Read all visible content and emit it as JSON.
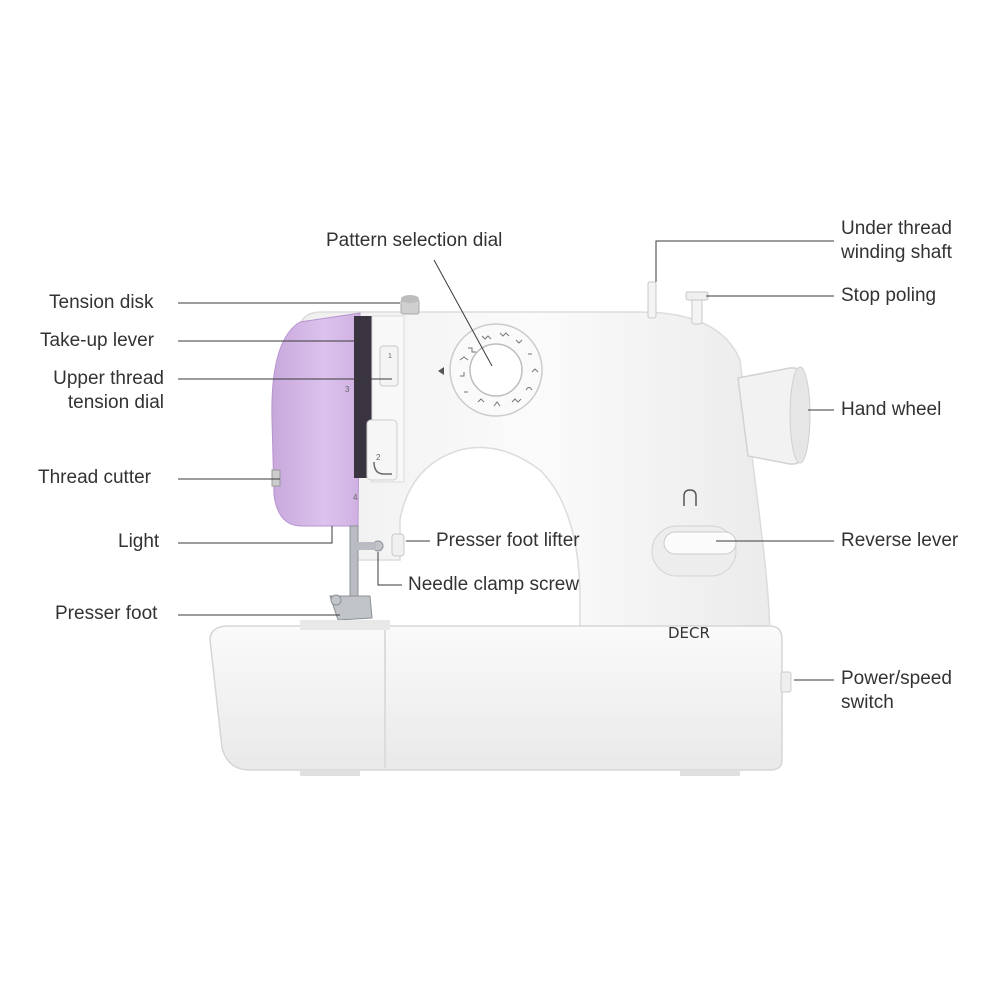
{
  "labels": {
    "pattern_selection_dial": "Pattern selection dial",
    "tension_disk": "Tension disk",
    "take_up_lever": "Take-up lever",
    "upper_thread_tension_dial": [
      "Upper thread",
      "tension dial"
    ],
    "thread_cutter": "Thread cutter",
    "light": "Light",
    "presser_foot": "Presser foot",
    "presser_foot_lifter": "Presser foot lifter",
    "needle_clamp_screw": "Needle clamp screw",
    "under_thread_winding_shaft": [
      "Under thread",
      "winding shaft"
    ],
    "stop_poling": "Stop poling",
    "hand_wheel": "Hand wheel",
    "reverse_lever": "Reverse lever",
    "power_speed_switch": [
      "Power/speed",
      "switch"
    ]
  },
  "machine": {
    "brand": "DECR",
    "markings": [
      "1",
      "2",
      "3",
      "4"
    ],
    "colors": {
      "body": "#f7f7f7",
      "body_shadow": "#e4e4e4",
      "accent_lilac": "#d7b9e8",
      "accent_lilac_dark": "#b894cf",
      "dark_inset": "#3a3340",
      "metal": "#b9bcc2"
    }
  }
}
